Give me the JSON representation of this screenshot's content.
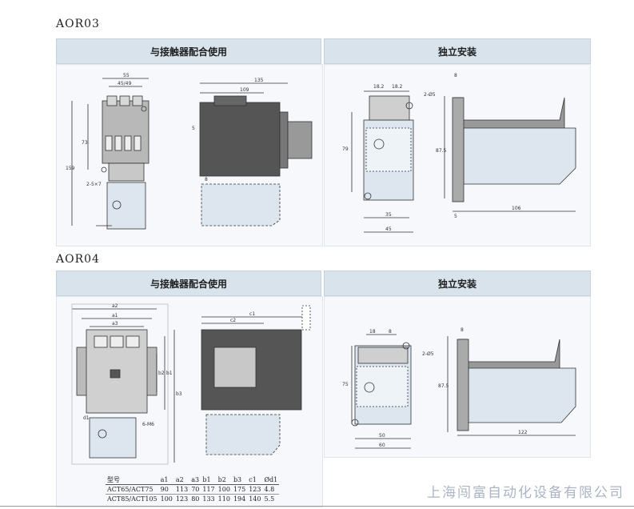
{
  "sections": [
    {
      "title": "AOR03",
      "panels": {
        "left": "与接触器配合使用",
        "right": "独立安装"
      },
      "dims": {
        "front_w1": "55",
        "front_w2": "45/49",
        "front_h1": "73",
        "front_h2": "159",
        "screw": "2-5×7",
        "side_w1": "135",
        "side_w2": "109",
        "side_5": "5",
        "side_8": "8",
        "std_18a": "18.2",
        "std_18b": "18.2",
        "std_hole": "2-Ø5",
        "std_h": "79",
        "std_w1": "35",
        "std_w2": "45",
        "ss_8a": "8",
        "ss_h": "87.5",
        "ss_5": "5",
        "ss_w": "106"
      }
    },
    {
      "title": "AOR04",
      "panels": {
        "left": "与接触器配合使用",
        "right": "独立安装"
      },
      "dims": {
        "a2": "a2",
        "a1": "a1",
        "a3": "a3",
        "b2": "b2",
        "b1": "b1",
        "b3": "b3",
        "d1": "d1",
        "m6": "6-M6",
        "c2": "c2",
        "c1": "c1",
        "std_18": "18",
        "std_8": "8",
        "std_hole": "2-Ø5",
        "std_h": "75",
        "std_w1": "50",
        "std_w2": "60",
        "ss_8": "8",
        "ss_h": "87.5",
        "ss_w": "122"
      },
      "table": {
        "header": [
          "型号",
          "a1",
          "a2",
          "a3",
          "b1",
          "b2",
          "b3",
          "c1",
          "Ød1"
        ],
        "rows": [
          [
            "ACT65/ACT75",
            "90",
            "113",
            "70",
            "117",
            "100",
            "175",
            "123",
            "4.8"
          ],
          [
            "ACT85/ACT105",
            "100",
            "123",
            "80",
            "133",
            "110",
            "194",
            "140",
            "5.5"
          ]
        ]
      }
    }
  ],
  "watermark": "上海闯富自动化设备有限公司"
}
